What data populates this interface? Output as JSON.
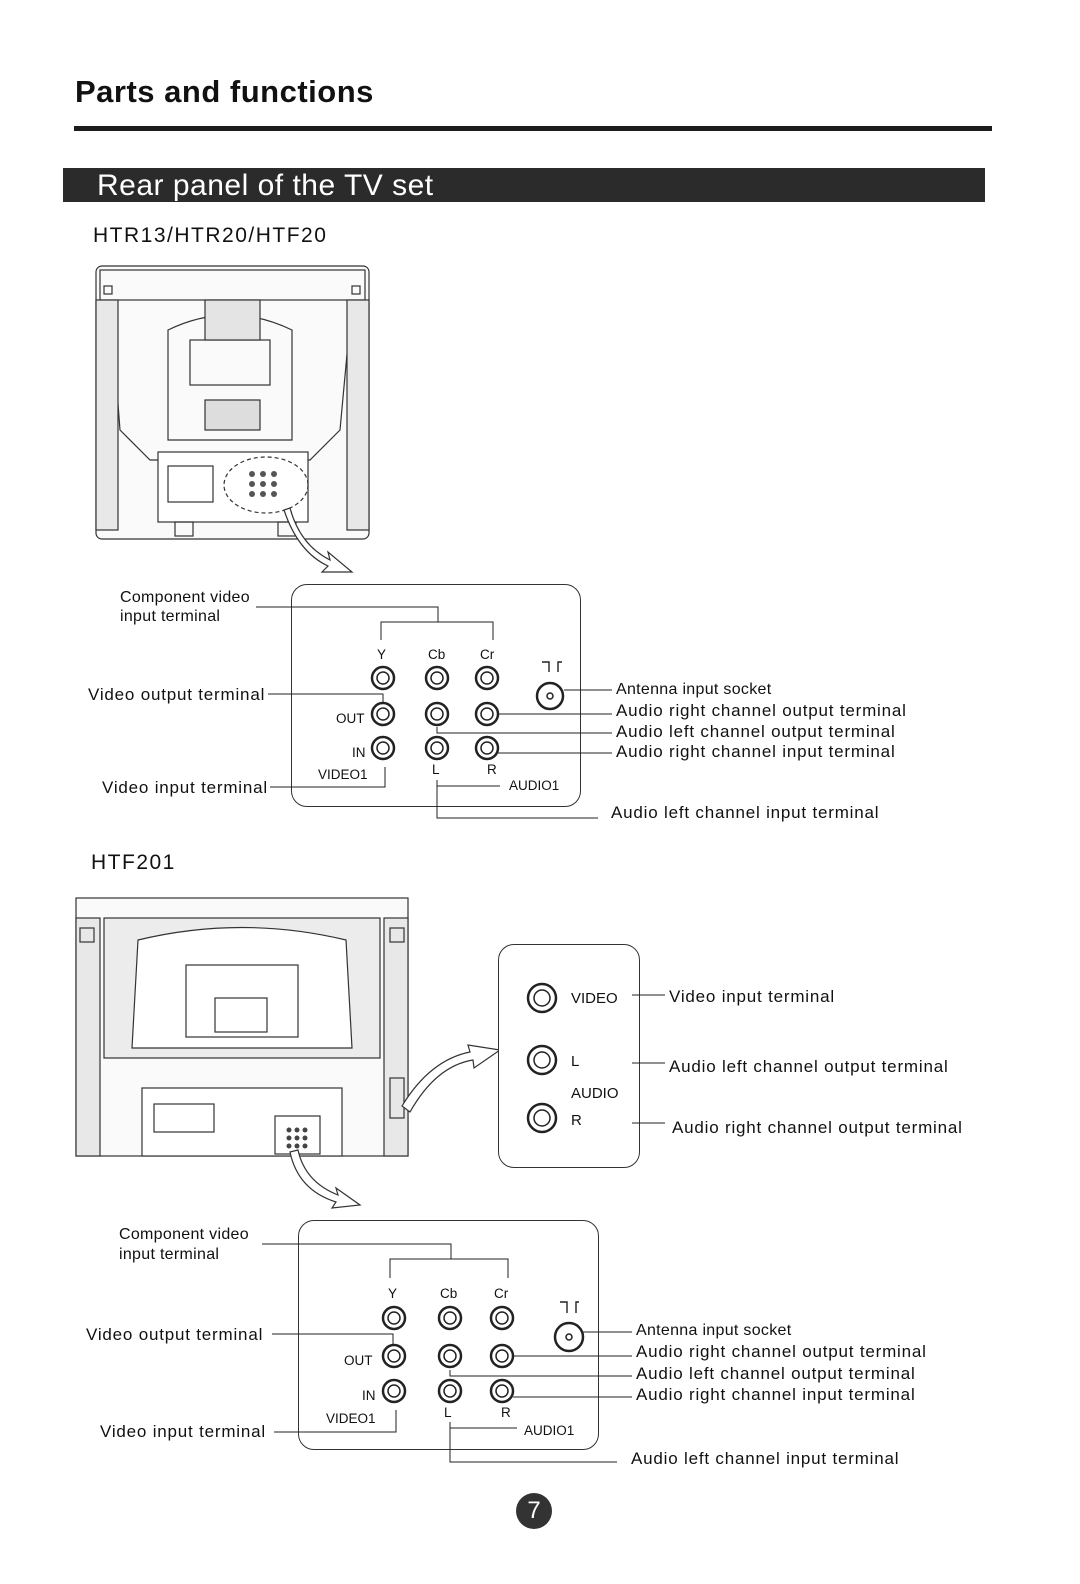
{
  "header": {
    "title": "Parts and functions"
  },
  "section": {
    "title": "Rear panel of the TV set"
  },
  "models": {
    "first": "HTR13/HTR20/HTF20",
    "second": "HTF201"
  },
  "panel_a": {
    "component_video_l1": "Component video",
    "component_video_l2": "input terminal",
    "video_output": "Video output terminal",
    "video_input": "Video input terminal",
    "antenna": "Antenna input socket",
    "audio_right_out": "Audio right channel output terminal",
    "audio_left_out": "Audio left channel output terminal",
    "audio_right_in": "Audio right channel input terminal",
    "audio_left_in": "Audio left channel input terminal",
    "jack_y": "Y",
    "jack_cb": "Cb",
    "jack_cr": "Cr",
    "out": "OUT",
    "in": "IN",
    "video1": "VIDEO1",
    "l": "L",
    "r": "R",
    "audio1": "AUDIO1"
  },
  "panel_side": {
    "video": "VIDEO",
    "l": "L",
    "audio": "AUDIO",
    "r": "R",
    "video_input": "Video input terminal",
    "audio_left_out": "Audio left channel output terminal",
    "audio_right_out": "Audio right channel output terminal"
  },
  "panel_b": {
    "component_video_l1": "Component video",
    "component_video_l2": "input terminal",
    "video_output": "Video output terminal",
    "video_input": "Video input terminal",
    "antenna": "Antenna input socket",
    "audio_right_out": "Audio right channel output terminal",
    "audio_left_out": "Audio left channel output terminal",
    "audio_right_in": "Audio right channel input terminal",
    "audio_left_in": "Audio left channel input terminal",
    "jack_y": "Y",
    "jack_cb": "Cb",
    "jack_cr": "Cr",
    "out": "OUT",
    "in": "IN",
    "video1": "VIDEO1",
    "l": "L",
    "r": "R",
    "audio1": "AUDIO1"
  },
  "footer": {
    "page_number": "7"
  }
}
